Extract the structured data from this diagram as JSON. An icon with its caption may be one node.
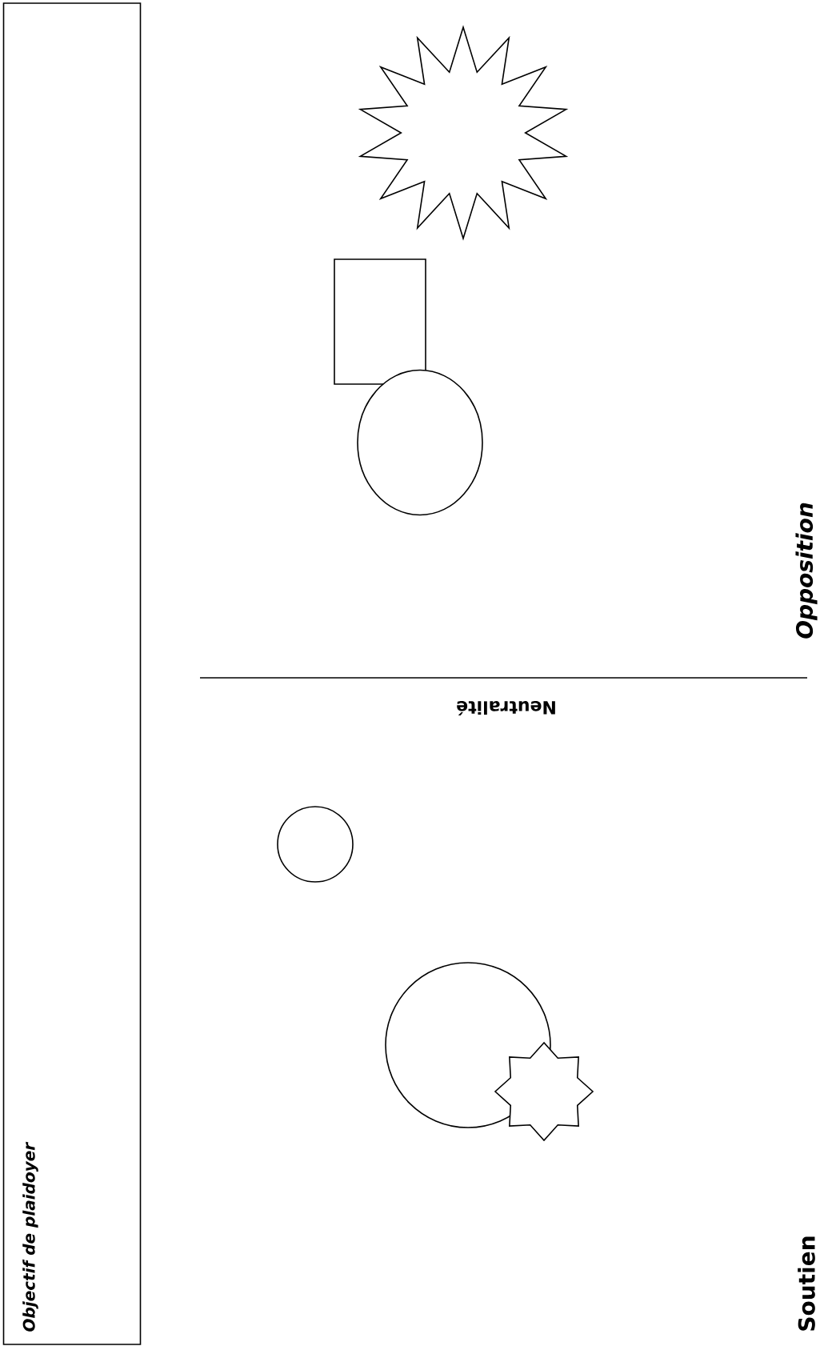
{
  "diagram": {
    "nodes": [
      {
        "text": [
          "Objectif de plaidoyer"
        ]
      },
      {
        "text": [],
        "shape": "starburst"
      },
      {
        "text": [],
        "shape": "box"
      },
      {
        "text": [],
        "shape": "ellipse"
      },
      {
        "text": [],
        "shape": "circle"
      },
      {
        "text": [],
        "shape": "circle"
      },
      {
        "text": [],
        "shape": "star"
      }
    ],
    "labels": [
      "Opposition",
      "Neutralité",
      "Soutien"
    ]
  }
}
